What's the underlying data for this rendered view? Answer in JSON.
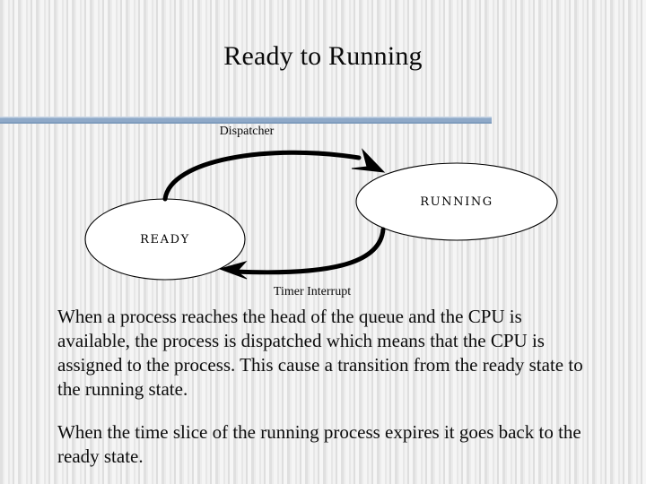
{
  "slide": {
    "title": "Ready to Running",
    "background_stripe_light": "#f5f5f5",
    "background_stripe_dark": "#dedede",
    "divider_color": "#8fa9c8"
  },
  "diagram": {
    "nodes": [
      {
        "id": "ready",
        "label": "READY"
      },
      {
        "id": "running",
        "label": "RUNNING"
      }
    ],
    "edges": [
      {
        "id": "dispatcher",
        "label": "Dispatcher",
        "from": "ready",
        "to": "running"
      },
      {
        "id": "timer-interrupt",
        "label": "Timer Interrupt",
        "from": "running",
        "to": "ready"
      }
    ],
    "stroke_color": "#000000"
  },
  "body": {
    "paragraphs": [
      "When a process reaches the head of the queue and the CPU is available, the process is dispatched which means that the CPU is assigned to the process. This cause a transition from the ready state to the running state.",
      "When the time slice of the running process expires it goes back to the ready state."
    ]
  }
}
